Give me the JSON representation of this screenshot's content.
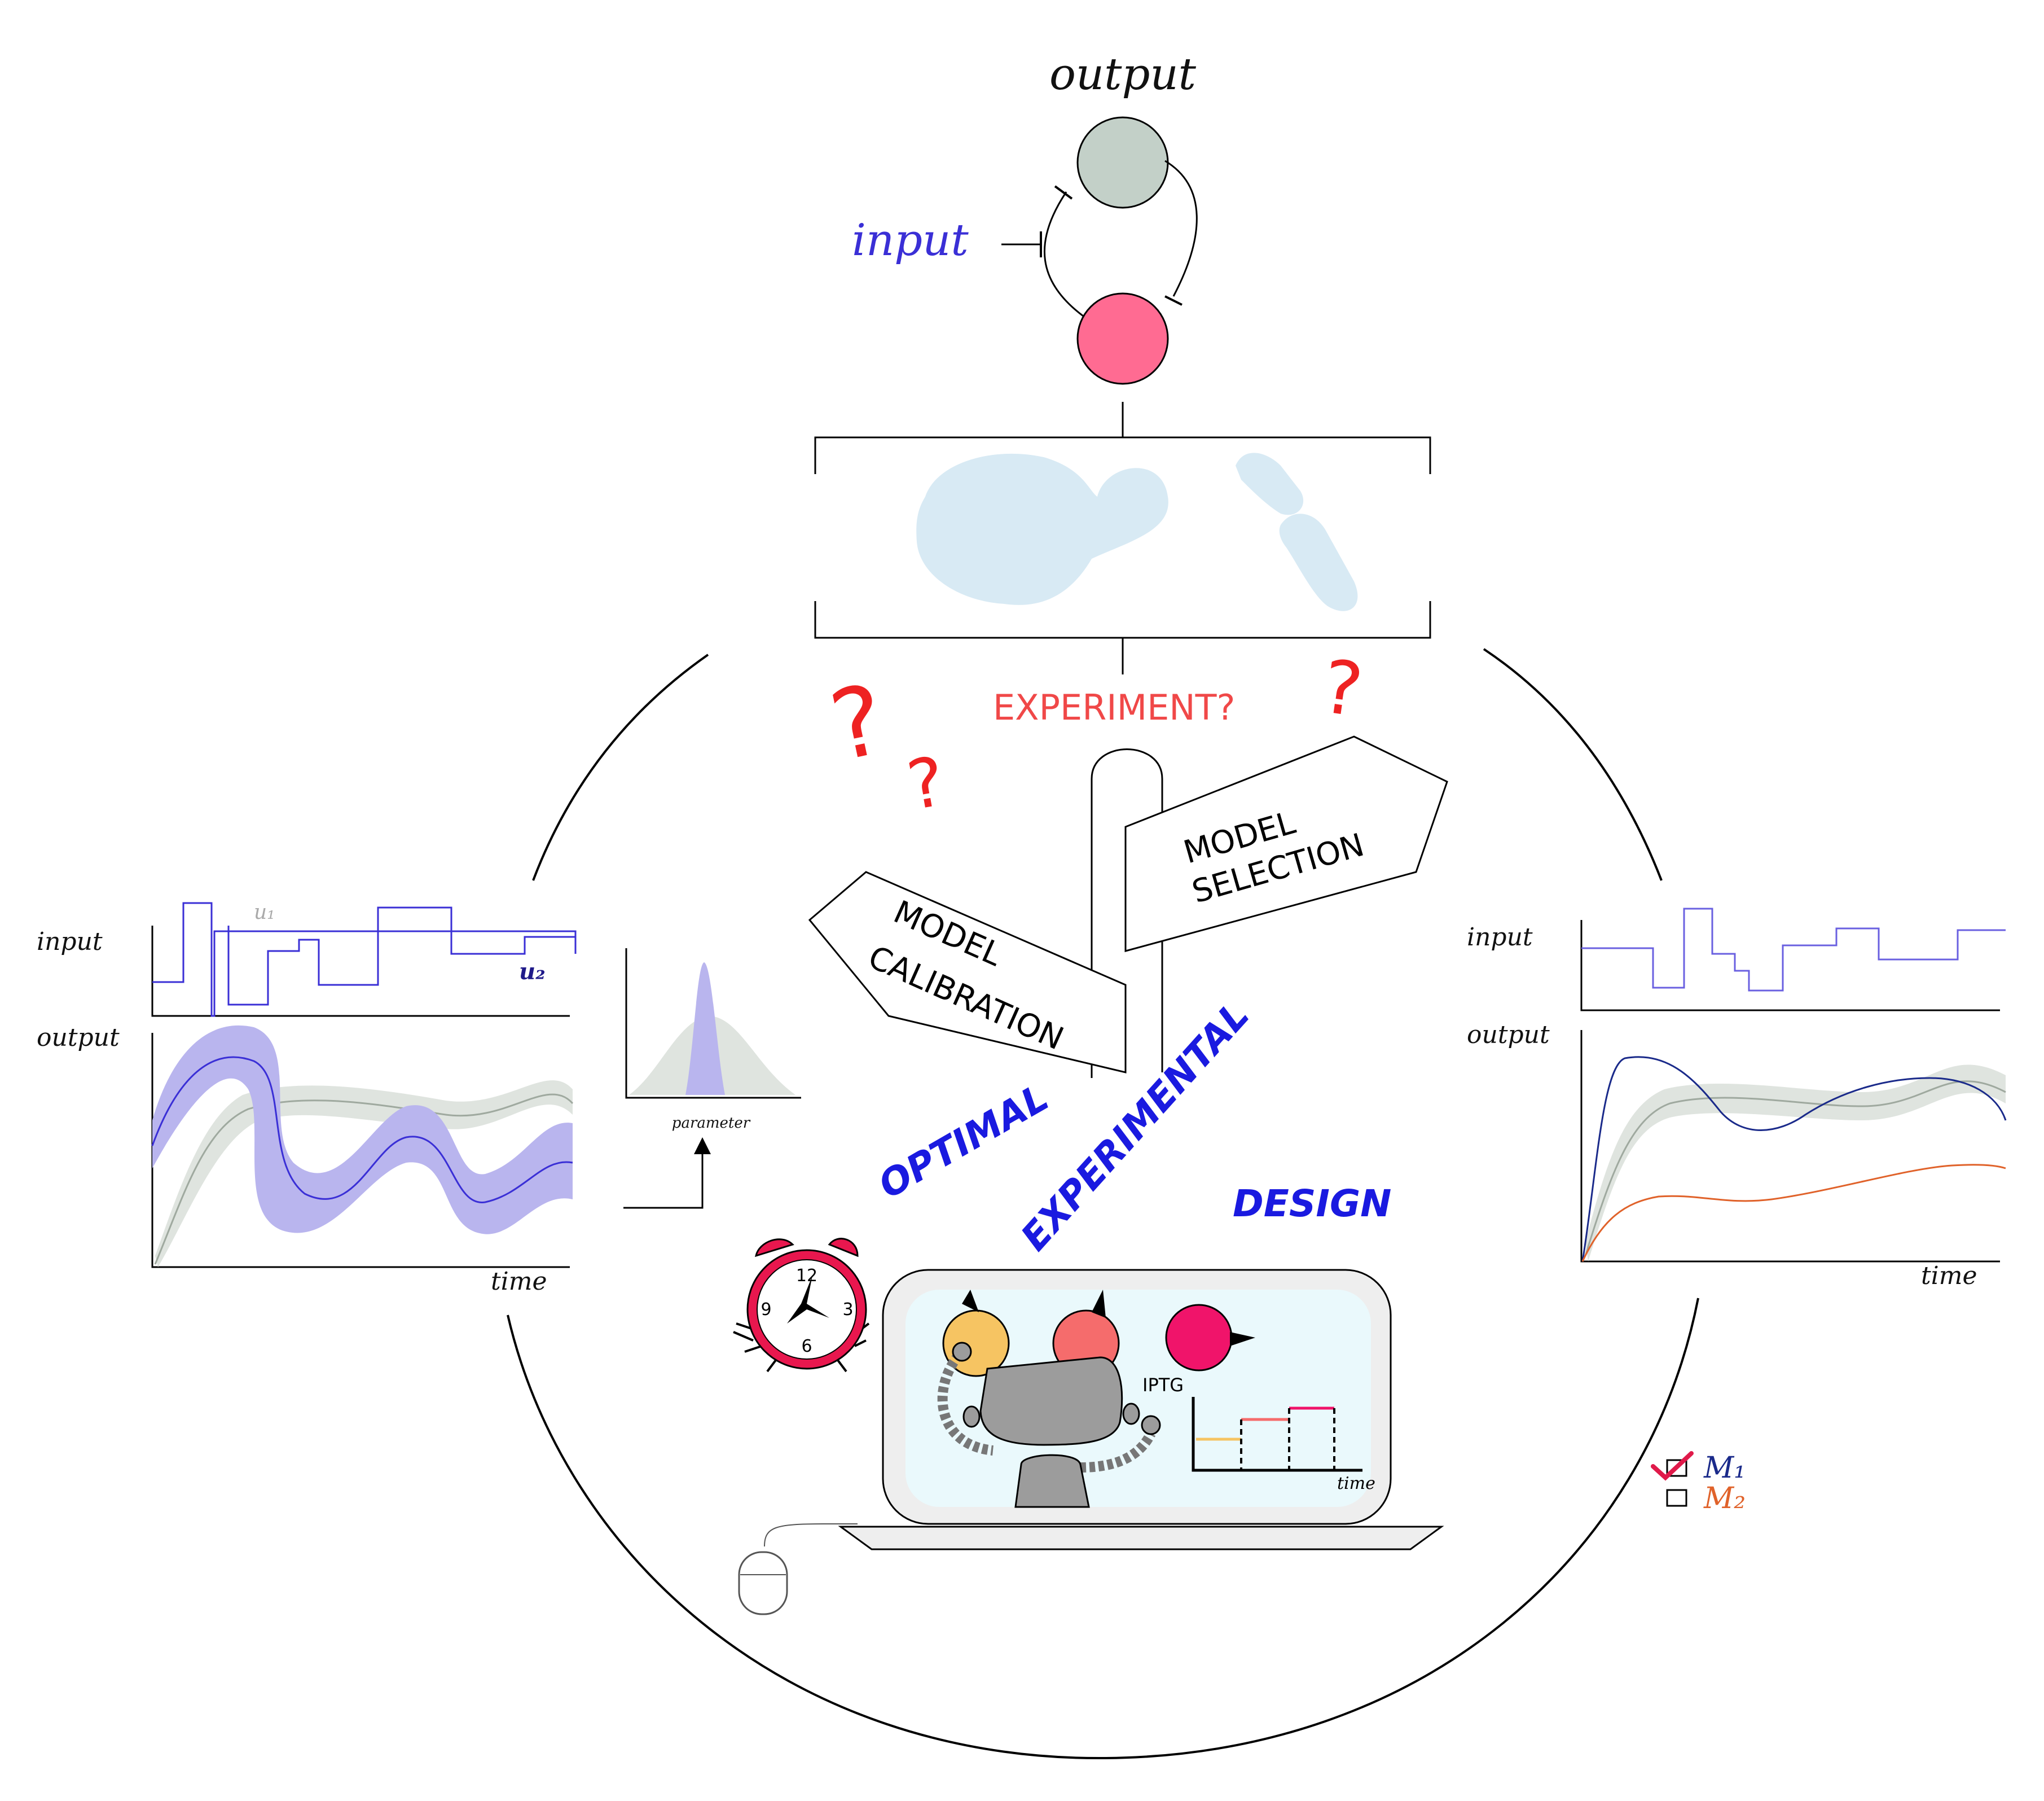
{
  "labels": {
    "output_title": "output",
    "input_title": "input",
    "experiment_question": "EXPERIMENT?",
    "q1": "?",
    "q2": "?",
    "q3": "?",
    "sign_selection_line1": "MODEL",
    "sign_selection_line2": "SELECTION",
    "sign_calibration_line1": "MODEL",
    "sign_calibration_line2": "CALIBRATION",
    "word_optimal": "OPTIMAL",
    "word_experimental": "EXPERIMENTAL",
    "word_design": "DESIGN"
  },
  "left_panel": {
    "input_label": "input",
    "output_label": "output",
    "time_label": "time",
    "u1_label": "u₁",
    "u2_label": "u₂"
  },
  "posterior_panel": {
    "parameter_label": "parameter"
  },
  "right_panel": {
    "input_label": "input",
    "output_label": "output",
    "time_label": "time",
    "m1_label": "M₁",
    "m2_label": "M₂"
  },
  "laptop": {
    "iptg_label": "IPTG",
    "time_label": "time"
  },
  "clock": {
    "n12": "12",
    "n3": "3",
    "n6": "6",
    "n9": "9"
  },
  "colors": {
    "input_blue": "#3a2fd6",
    "question_red": "#ee2222",
    "experiment_red": "#f04848",
    "node_gray": "#c3d0c8",
    "node_pink": "#ff6b92",
    "cell_blue": "#d8eaf4",
    "ribbon_purple": "#b9b5ee",
    "ribbon_gray": "#dfe4df",
    "m1_navy": "#1a2a8a",
    "m2_orange": "#e0622a",
    "dial_yellow": "#f6c462",
    "dial_salmon": "#f56c6c",
    "dial_magenta": "#f0146a",
    "screen_cyan": "#eaf9fc",
    "robot_gray": "#9c9c9c"
  }
}
